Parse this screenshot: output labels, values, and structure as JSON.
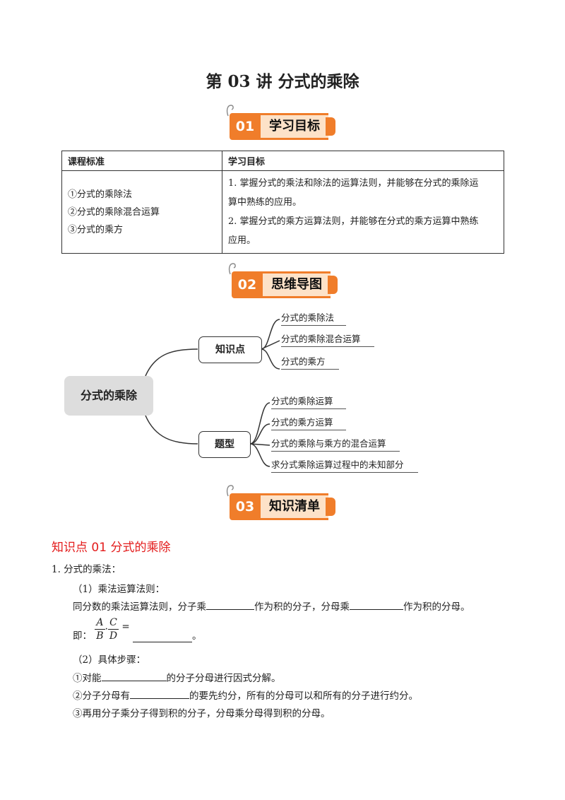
{
  "title": "第 03 讲  分式的乘除",
  "banners": [
    {
      "num": "01",
      "label": "学习目标"
    },
    {
      "num": "02",
      "label": "思维导图"
    },
    {
      "num": "03",
      "label": "知识清单"
    }
  ],
  "objectives_table": {
    "headers": [
      "课程标准",
      "学习目标"
    ],
    "standards": [
      "①分式的乘除法",
      "②分式的乘除混合运算",
      "③分式的乘方"
    ],
    "goals": [
      "1. 掌握分式的乘法和除法的运算法则，并能够在分式的乘除运",
      "算中熟练的应用。",
      "2. 掌握分式的乘方运算法则，并能够在分式的乘方运算中熟练",
      "应用。"
    ]
  },
  "mindmap": {
    "root": "分式的乘除",
    "branches": [
      {
        "label": "知识点",
        "leaves": [
          "分式的乘除法",
          "分式的乘除混合运算",
          "分式的乘方"
        ]
      },
      {
        "label": "题型",
        "leaves": [
          "分式的乘除运算",
          "分式的乘方运算",
          "分式的乘除与乘方的混合运算",
          "求分式乘除运算过程中的未知部分"
        ]
      }
    ]
  },
  "knowledge": {
    "heading": "知识点 01    分式的乘除",
    "item1": "1. 分式的乘法：",
    "sub1": "（1）乘法运算法则：",
    "rule_a": "同分数的乘法运算法则，分子乘",
    "rule_b": "作为积的分子，分母乘",
    "rule_c": "作为积的分母。",
    "ji": "即：",
    "frac": {
      "a": "A",
      "b": "B",
      "c": "C",
      "d": "D",
      "eq": "="
    },
    "period": "。",
    "sub2": "（2）具体步骤：",
    "step1_a": "①对能",
    "step1_b": "的分子分母进行因式分解。",
    "step2_a": "②分子分母有",
    "step2_b": "的要先约分，所有的分母可以和所有的分子进行约分。",
    "step3": "③再用分子乘分子得到积的分子，分母乘分母得到积的分母。"
  }
}
